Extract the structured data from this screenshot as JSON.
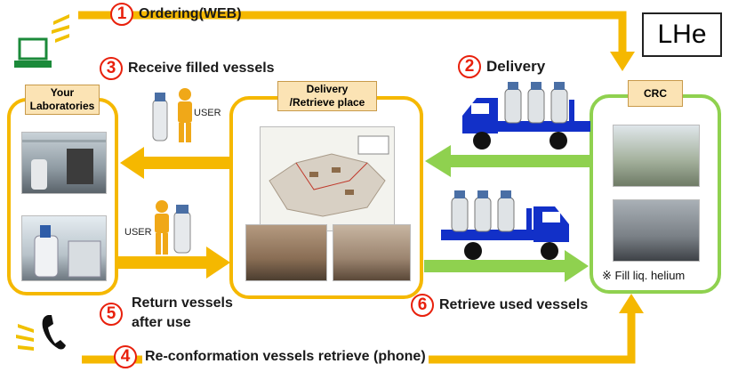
{
  "badge": "LHe",
  "steps": [
    {
      "num": "1",
      "label": "Ordering(WEB)"
    },
    {
      "num": "2",
      "label": "Delivery"
    },
    {
      "num": "3",
      "label": "Receive filled vessels"
    },
    {
      "num": "4",
      "label": "Re-conformation vessels retrieve (phone)"
    },
    {
      "num": "5",
      "label": "Return vessels",
      "label2": "after use"
    },
    {
      "num": "6",
      "label": "Retrieve used vessels"
    }
  ],
  "boxes": {
    "labs": {
      "title": "Your Laboratories"
    },
    "delivery": {
      "title": "Delivery",
      "title2": "/Retrieve place"
    },
    "crc": {
      "title": "CRC",
      "note": "※ Fill liq. helium"
    }
  },
  "user_label": "USER",
  "colors": {
    "yellow": "#f5b800",
    "green": "#8fd14f",
    "truck": "#1230c8",
    "red": "#e8200c"
  },
  "icons": [
    "laptop-icon",
    "phone-icon",
    "alert-lines-icon",
    "truck-icon",
    "gas-cylinder-icon",
    "person-icon"
  ]
}
